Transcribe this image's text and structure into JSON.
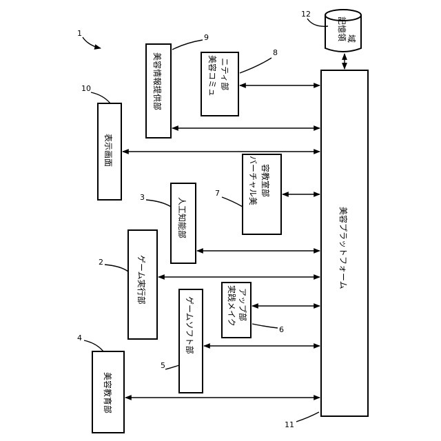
{
  "figure_number": "1",
  "platform": {
    "number": "11",
    "label": "美容プラットフォーム"
  },
  "storage": {
    "number": "12",
    "label_line1": "記憶領",
    "label_line2": "域"
  },
  "blocks": {
    "beauty_education": {
      "number": "4",
      "label": "美容教育部"
    },
    "game_software": {
      "number": "5",
      "label": "ゲームソフト部"
    },
    "game_execution": {
      "number": "2",
      "label": "ゲーム実行部"
    },
    "practice_makeup": {
      "number": "6",
      "label_line1": "実践メイク",
      "label_line2": "アップ部"
    },
    "artificial_intelligence": {
      "number": "3",
      "label": "人工知能部"
    },
    "virtual_classroom": {
      "number": "7",
      "label_line1": "バーチャル美",
      "label_line2": "容教室部"
    },
    "display_screen": {
      "number": "10",
      "label": "表示画面"
    },
    "info_provision": {
      "number": "9",
      "label": "美容情報提供部"
    },
    "community": {
      "number": "8",
      "label_line1": "美容コミュ",
      "label_line2": "ニティ部"
    }
  }
}
